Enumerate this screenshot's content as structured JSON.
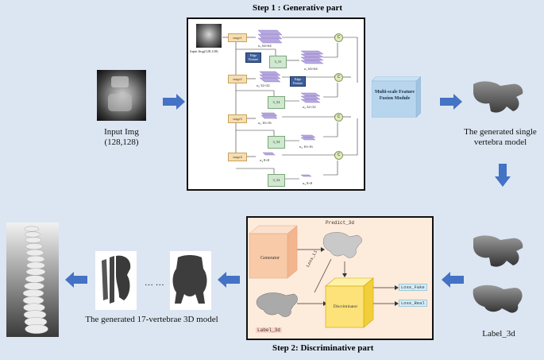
{
  "step1_title": "Step 1 : Generative part",
  "step2_title": "Step 2: Discriminative part",
  "input_caption_line1": "Input Img",
  "input_caption_line2": "(128,128)",
  "single_vertebra_line1": "The generated single",
  "single_vertebra_line2": "vertebra model",
  "model17_caption": "The generated 17-vertebrae 3D model",
  "label3d_caption": "Label_3d",
  "ellipsis": "… …",
  "gen": {
    "input_label": "Input Img(128,128)",
    "stages": [
      "stage1",
      "stage2",
      "stage3",
      "stage4"
    ],
    "feat_labels": [
      "σ₁ 64×64",
      "σ₂ 32×32",
      "σ₃ 16×16",
      "σ₄ 8×8"
    ],
    "out_labels": [
      "σ₁ 64×64",
      "σ₂ 32×32",
      "σ₃ 16×16",
      "σ₄ 8×8"
    ],
    "green_boxes": [
      "3_31",
      "3_54",
      "3_54",
      "3_54"
    ],
    "pcb_labels": [
      "Edge Feature",
      "Edge Feature"
    ],
    "concat": "C",
    "fusion_label": "Multi-scale Feature Fusion Module"
  },
  "disc": {
    "generator": "Generator",
    "discriminator": "Discriminator",
    "predict": "Predict_3d",
    "label": "Label_3d",
    "loss_l1": "Loss_L1",
    "loss_fake": "Loss_Fake",
    "loss_real": "Loss_Real"
  }
}
